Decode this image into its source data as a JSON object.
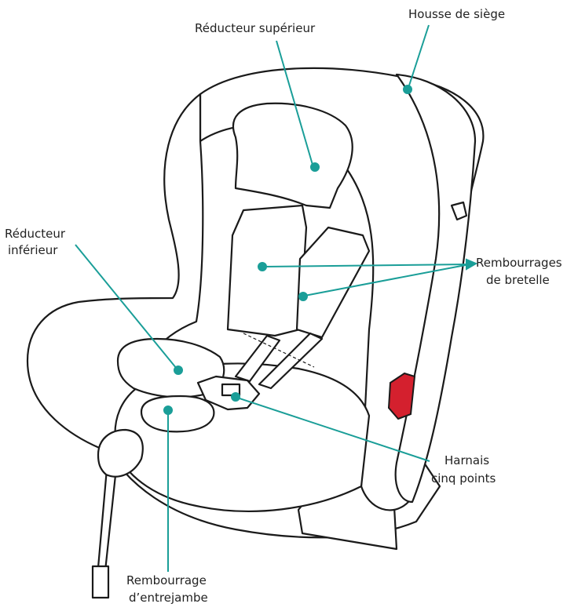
{
  "colors": {
    "leader": "#1a9e98",
    "outline": "#1a1a1a",
    "highlight": "#d4202e",
    "background": "#ffffff"
  },
  "labels": {
    "housse": "Housse de siège",
    "reducteur_sup": "Réducteur supérieur",
    "reducteur_inf_1": "Réducteur",
    "reducteur_inf_2": "inférieur",
    "rembourrages_1": "Rembourrages",
    "rembourrages_2": "de bretelle",
    "harnais_1": "Harnais",
    "harnais_2": "cinq points",
    "entrejambe_1": "Rembourrage",
    "entrejambe_2": "d’entrejambe"
  }
}
